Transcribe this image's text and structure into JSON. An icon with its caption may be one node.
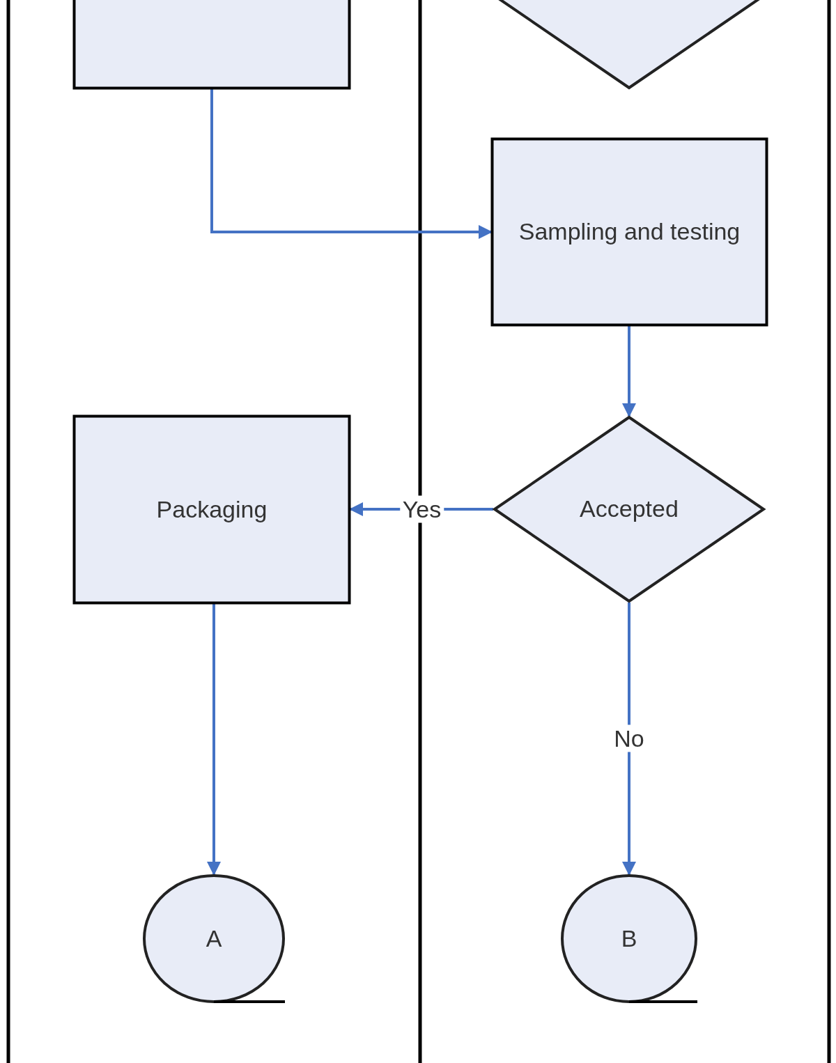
{
  "diagram": {
    "nodes": [
      {
        "text": [],
        "shape": "box"
      },
      {
        "text": [],
        "shape": "diamond"
      },
      {
        "text": [
          "Sampling and testing"
        ]
      },
      {
        "text": [
          "Packaging"
        ]
      },
      {
        "text": [
          "Accepted"
        ]
      },
      {
        "text": [
          "A"
        ]
      },
      {
        "text": [
          "B"
        ]
      }
    ],
    "edges": [
      {
        "from": 0,
        "to": 2,
        "arrow": "to"
      },
      {
        "from": 2,
        "to": 4,
        "arrow": "to"
      },
      {
        "from": 4,
        "to": 3,
        "arrow": "to",
        "label": "Yes"
      },
      {
        "from": 4,
        "to": 6,
        "arrow": "to",
        "label": "No"
      },
      {
        "from": 3,
        "to": 5,
        "arrow": "to"
      }
    ]
  }
}
